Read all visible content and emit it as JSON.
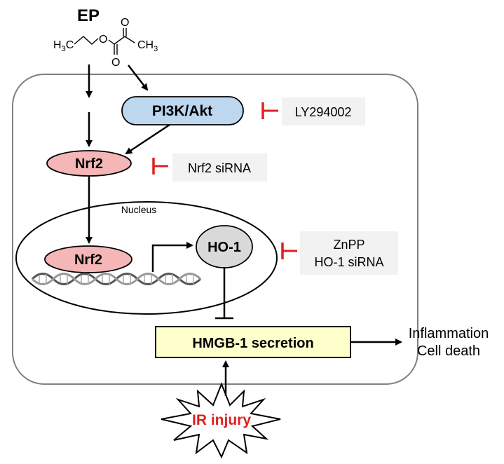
{
  "molecule": {
    "name": "EP",
    "h3c_main": "H",
    "h3c_num": "3",
    "h3c_c": "C",
    "ch3_main": "CH",
    "ch3_num": "3",
    "o_ether": "O",
    "o_carbonyl1": "O",
    "o_carbonyl2": "O"
  },
  "nodes": {
    "pi3k": "PI3K/Akt",
    "nrf2_cyto": "Nrf2",
    "nrf2_nucleus": "Nrf2",
    "ho1": "HO-1",
    "hmgb1": "HMGB-1 secretion",
    "nucleus_label": "Nucleus",
    "ir_injury": "IR injury"
  },
  "inhibitors": {
    "ly": "LY294002",
    "nrf2_sirna": "Nrf2 siRNA",
    "znpp": "ZnPP",
    "ho1_sirna": "HO-1 siRNA"
  },
  "outcomes": {
    "line1": "Inflammation",
    "line2": "Cell death"
  },
  "colors": {
    "pi3k_fill": "#bdd7ee",
    "nrf2_fill": "#f4b6b6",
    "ho1_fill": "#d9d9d9",
    "hmgb1_fill": "#ffffcc",
    "inhibitor_red": "#e02020",
    "ir_text": "#e02020",
    "inhibitor_box": "#f2f2f2"
  }
}
